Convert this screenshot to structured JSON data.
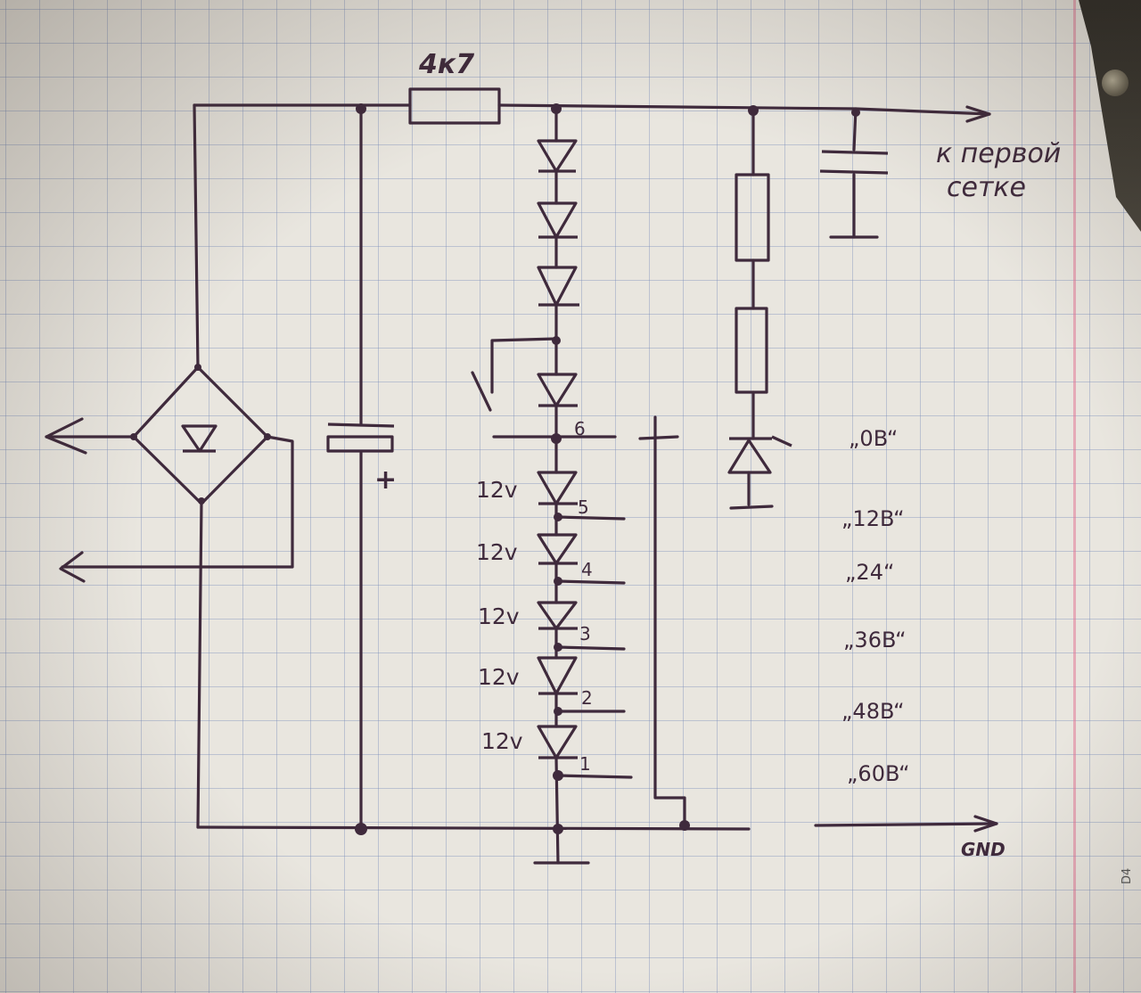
{
  "image": {
    "medium": "handwritten circuit schematic on squared notebook paper",
    "ink_color": "#3f2a3c",
    "paper_color": "#e9e6df",
    "grid_color": "#8fa0c4"
  },
  "labels": {
    "resistor_value": "4к7",
    "output_line1": "к первой",
    "output_line2": "сетке",
    "ground": "GND",
    "switch_node": "6",
    "cap_plus": "+"
  },
  "diode_voltages": [
    "12v",
    "12v",
    "12v",
    "12v",
    "12v"
  ],
  "tap_numbers": [
    "5",
    "4",
    "3",
    "2",
    "1"
  ],
  "voltage_labels": [
    "„0B“",
    "„12B“",
    "„24“",
    "„36B“",
    "„48B“",
    "„60B“"
  ],
  "edge_text": "D4"
}
